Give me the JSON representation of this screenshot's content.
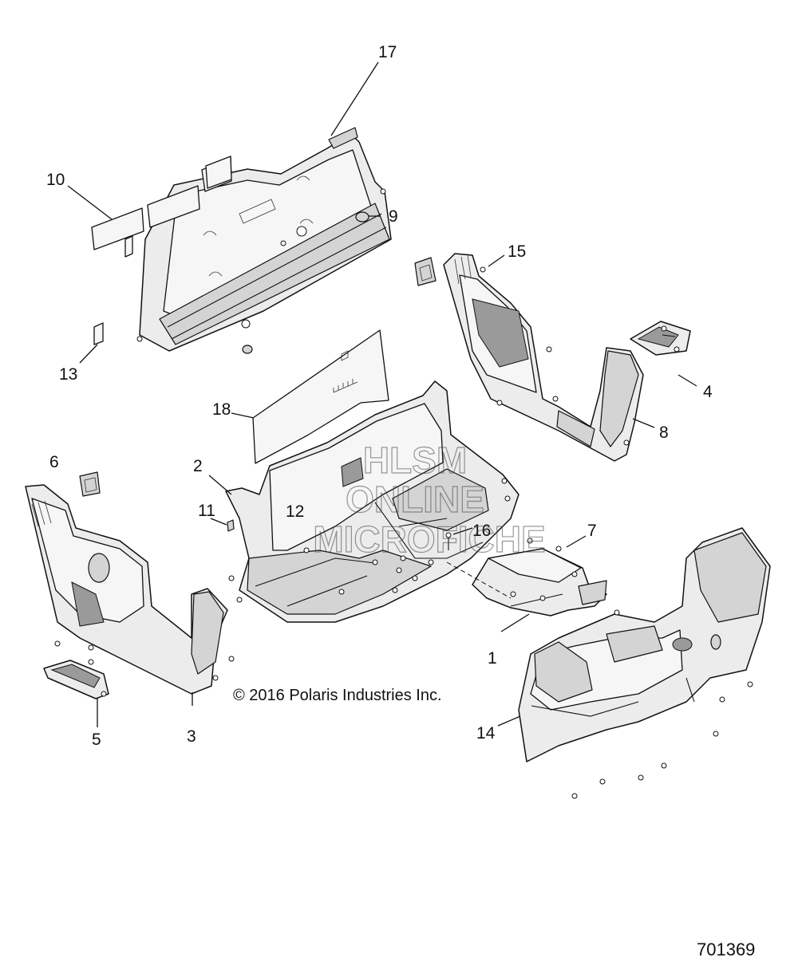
{
  "callouts": {
    "c1": "1",
    "c2": "2",
    "c3": "3",
    "c4": "4",
    "c5": "5",
    "c6": "6",
    "c7": "7",
    "c8": "8",
    "c9": "9",
    "c10": "10",
    "c11": "11",
    "c12": "12",
    "c13": "13",
    "c14": "14",
    "c15": "15",
    "c16": "16",
    "c17": "17",
    "c18": "18"
  },
  "watermark": {
    "line1": "HLSM",
    "line2": "ONLINE",
    "line3": "MICROFICHE"
  },
  "copyright": "© 2016 Polaris Industries Inc.",
  "diagram_id": "701369"
}
